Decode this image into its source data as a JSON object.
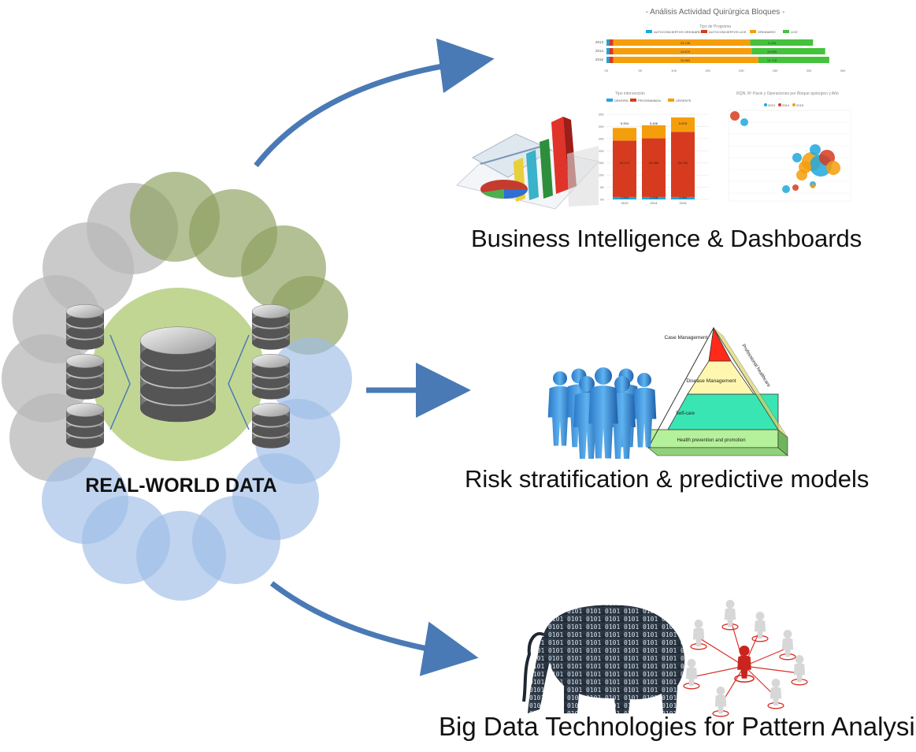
{
  "center": {
    "label": "REAL-WORLD DATA"
  },
  "outputs": [
    {
      "id": "bi",
      "caption": "Business Intelligence & Dashboards"
    },
    {
      "id": "risk",
      "caption": "Risk stratification & predictive models"
    },
    {
      "id": "big",
      "caption": "Big Data Technologies for Pattern Analysis"
    }
  ],
  "dashboard": {
    "title": "- Análisis Actividad Quirúrgica Bloques -",
    "bar_legend_title": "Tipo de Programa",
    "bar_legend": [
      "AUTOCONCIERTOS ORDINARIO",
      "AUTOCONCIERTOS LICE",
      "ORDINARIO",
      "LICE"
    ],
    "bar_years": [
      "2013",
      "2014",
      "2015"
    ],
    "bar_labels_left": [
      "23.726",
      "13.879",
      "19.983"
    ],
    "bar_labels_right": [
      "9.228",
      "10.895",
      "14.718"
    ],
    "bar_ticks": [
      "0K",
      "5K",
      "10K",
      "15K",
      "20K",
      "25K",
      "30K",
      "35K"
    ],
    "column_title": "Tipo intervención",
    "column_legend": [
      "DEMORA",
      "PROGRAMADA",
      "URGENTE"
    ],
    "column_years": [
      "2013",
      "2014",
      "2015"
    ],
    "column_values_top": [
      "5.204",
      "5.406",
      "5.878"
    ],
    "column_values_mid": [
      "23.174",
      "24.086",
      "26.754"
    ],
    "column_values_bottom": [
      "1.004",
      "1.008",
      "1.004"
    ],
    "column_ticks": [
      "0K",
      "5K",
      "10K",
      "15K",
      "20K",
      "25K",
      "30K",
      "35K"
    ],
    "bubble_title": "RQN, Nº Pacie y Operaciones por Bloque quirúrgico y Año",
    "bubble_legend": [
      "2013",
      "2014",
      "2015"
    ]
  },
  "pyramid": {
    "tiers": [
      "Case Management",
      "Disease Management",
      "Self-care",
      "Health prevention and promotion"
    ],
    "side_label": "Professional healthcare"
  },
  "colors": {
    "arrow": "#4a7ab5",
    "green_cloud": "#8a9e5a",
    "gray_cloud": "#b8b8b8",
    "blue_cloud": "#9ebde6",
    "center_disc": "#c2d694",
    "bar_orange": "#f59e0b",
    "bar_green": "#44c23c",
    "bar_red": "#d63b1f",
    "bar_blue": "#1ea7dd"
  },
  "icons": {
    "database": "database-icon",
    "people": "people-group-icon",
    "pyramid": "risk-pyramid-icon",
    "elephant": "elephant-icon",
    "network": "people-network-icon",
    "charts": "chart-collage-icon"
  }
}
